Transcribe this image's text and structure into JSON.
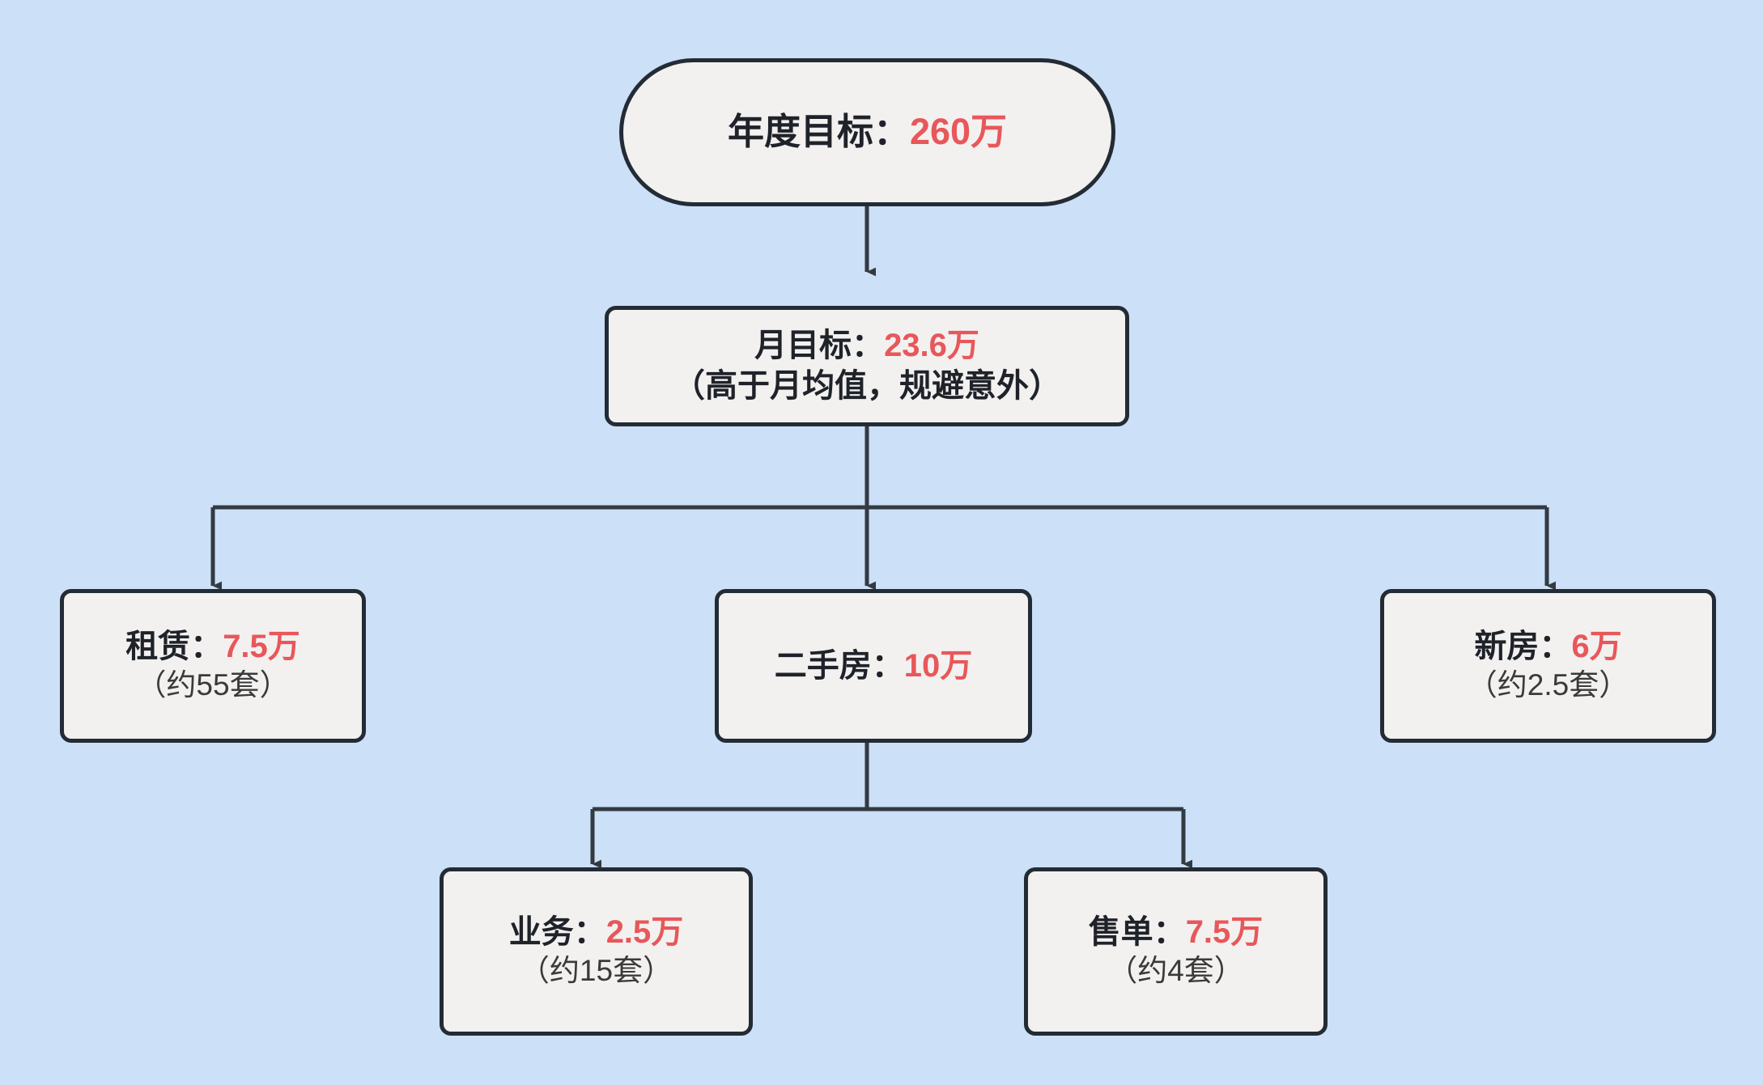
{
  "canvas": {
    "background_color": "#cce0f8",
    "node_fill": "#f2f1f0",
    "node_stroke": "#232b35",
    "accent_color": "#e8575a",
    "text_color": "#1f2329"
  },
  "diagram": {
    "type": "flowchart",
    "orientation": "top-down",
    "nodes": [
      {
        "id": "year",
        "shape": "stadium",
        "line1_label": "年度目标：",
        "line1_value": "260万",
        "line2": ""
      },
      {
        "id": "month",
        "shape": "rect",
        "line1_label": "月目标：",
        "line1_value": "23.6万",
        "line2": "（高于月均值，规避意外）"
      },
      {
        "id": "rent",
        "shape": "rect",
        "line1_label": "租赁：",
        "line1_value": "7.5万",
        "line2": "（约55套）"
      },
      {
        "id": "second",
        "shape": "rect",
        "line1_label": "二手房：",
        "line1_value": "10万",
        "line2": ""
      },
      {
        "id": "new",
        "shape": "rect",
        "line1_label": "新房：",
        "line1_value": "6万",
        "line2": "（约2.5套）"
      },
      {
        "id": "biz",
        "shape": "rect",
        "line1_label": "业务：",
        "line1_value": "2.5万",
        "line2": "（约15套）"
      },
      {
        "id": "deal",
        "shape": "rect",
        "line1_label": "售单：",
        "line1_value": "7.5万",
        "line2": "（约4套）"
      }
    ],
    "edges": [
      {
        "from": "year",
        "to": "month"
      },
      {
        "from": "month",
        "to": "rent"
      },
      {
        "from": "month",
        "to": "second"
      },
      {
        "from": "month",
        "to": "new"
      },
      {
        "from": "second",
        "to": "biz"
      },
      {
        "from": "second",
        "to": "deal"
      }
    ]
  }
}
